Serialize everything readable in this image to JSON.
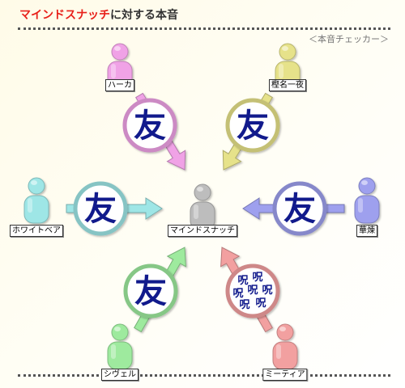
{
  "header": {
    "title_highlight": "マインドスナッチ",
    "title_rest": "に対する本音",
    "subtitle": "＜本音チェッカー＞"
  },
  "center": {
    "name": "マインドスナッチ",
    "color": "#bdbdbd"
  },
  "characters": [
    {
      "id": "haka",
      "name": "ハーカ",
      "color": "#f0a2e6",
      "symbol": "友",
      "symbol_color": "#111a8c"
    },
    {
      "id": "kashi",
      "name": "樫名一夜",
      "color": "#e6e28a",
      "symbol": "友",
      "symbol_color": "#111a8c"
    },
    {
      "id": "white",
      "name": "ホワイトベア",
      "color": "#9ee6e6",
      "symbol": "友",
      "symbol_color": "#111a8c"
    },
    {
      "id": "karen",
      "name": "華煉",
      "color": "#9ea0ee",
      "symbol": "友",
      "symbol_color": "#111a8c"
    },
    {
      "id": "siguel",
      "name": "シヴェル",
      "color": "#9eea9e",
      "symbol": "友",
      "symbol_color": "#111a8c"
    },
    {
      "id": "metia",
      "name": "ミーティア",
      "color": "#f2a0a0",
      "symbol": "呪",
      "symbol_color": "#111a8c"
    }
  ]
}
